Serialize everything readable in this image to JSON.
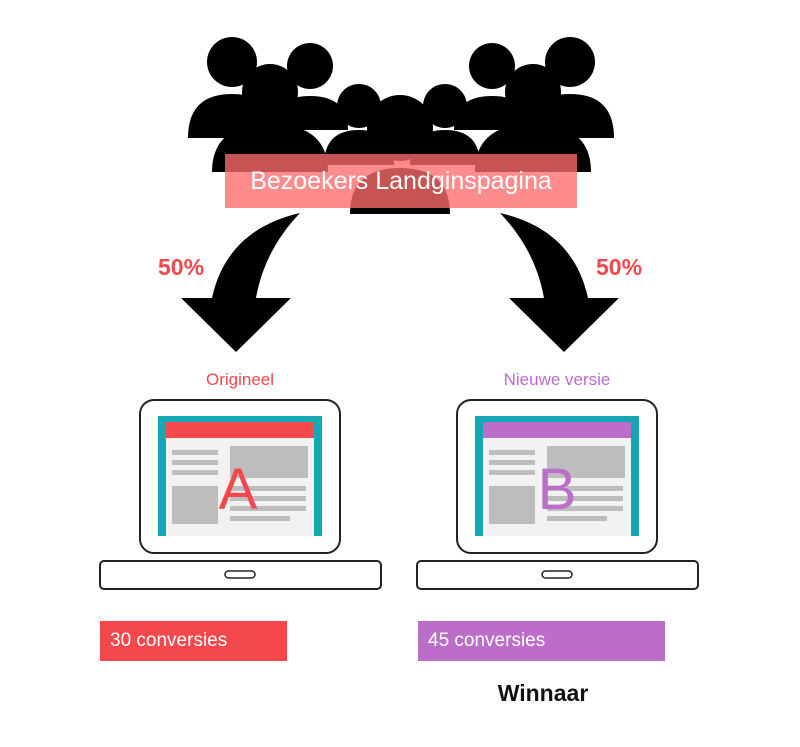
{
  "header": {
    "banner_label": "Bezoekers Landginspagina"
  },
  "split": {
    "left_percent": "50%",
    "right_percent": "50%"
  },
  "variants": [
    {
      "label": "Origineel",
      "letter": "A",
      "conversions_label": "30 conversies",
      "color": "#f4484c"
    },
    {
      "label": "Nieuwe versie",
      "letter": "B",
      "conversions_label": "45 conversies",
      "color": "#bb6dc9"
    }
  ],
  "result": {
    "winner_label": "Winnaar"
  },
  "colors": {
    "crowd": "#000000",
    "banner": "#ff6b6b",
    "screen_teal": "#14a7b4",
    "screen_bg": "#f2f2f2",
    "placeholder_gray": "#bdbdbd",
    "laptop_outline": "#222222"
  },
  "icons": [
    "crowd-icon",
    "arrow-down-left-icon",
    "arrow-down-right-icon",
    "laptop-icon"
  ]
}
